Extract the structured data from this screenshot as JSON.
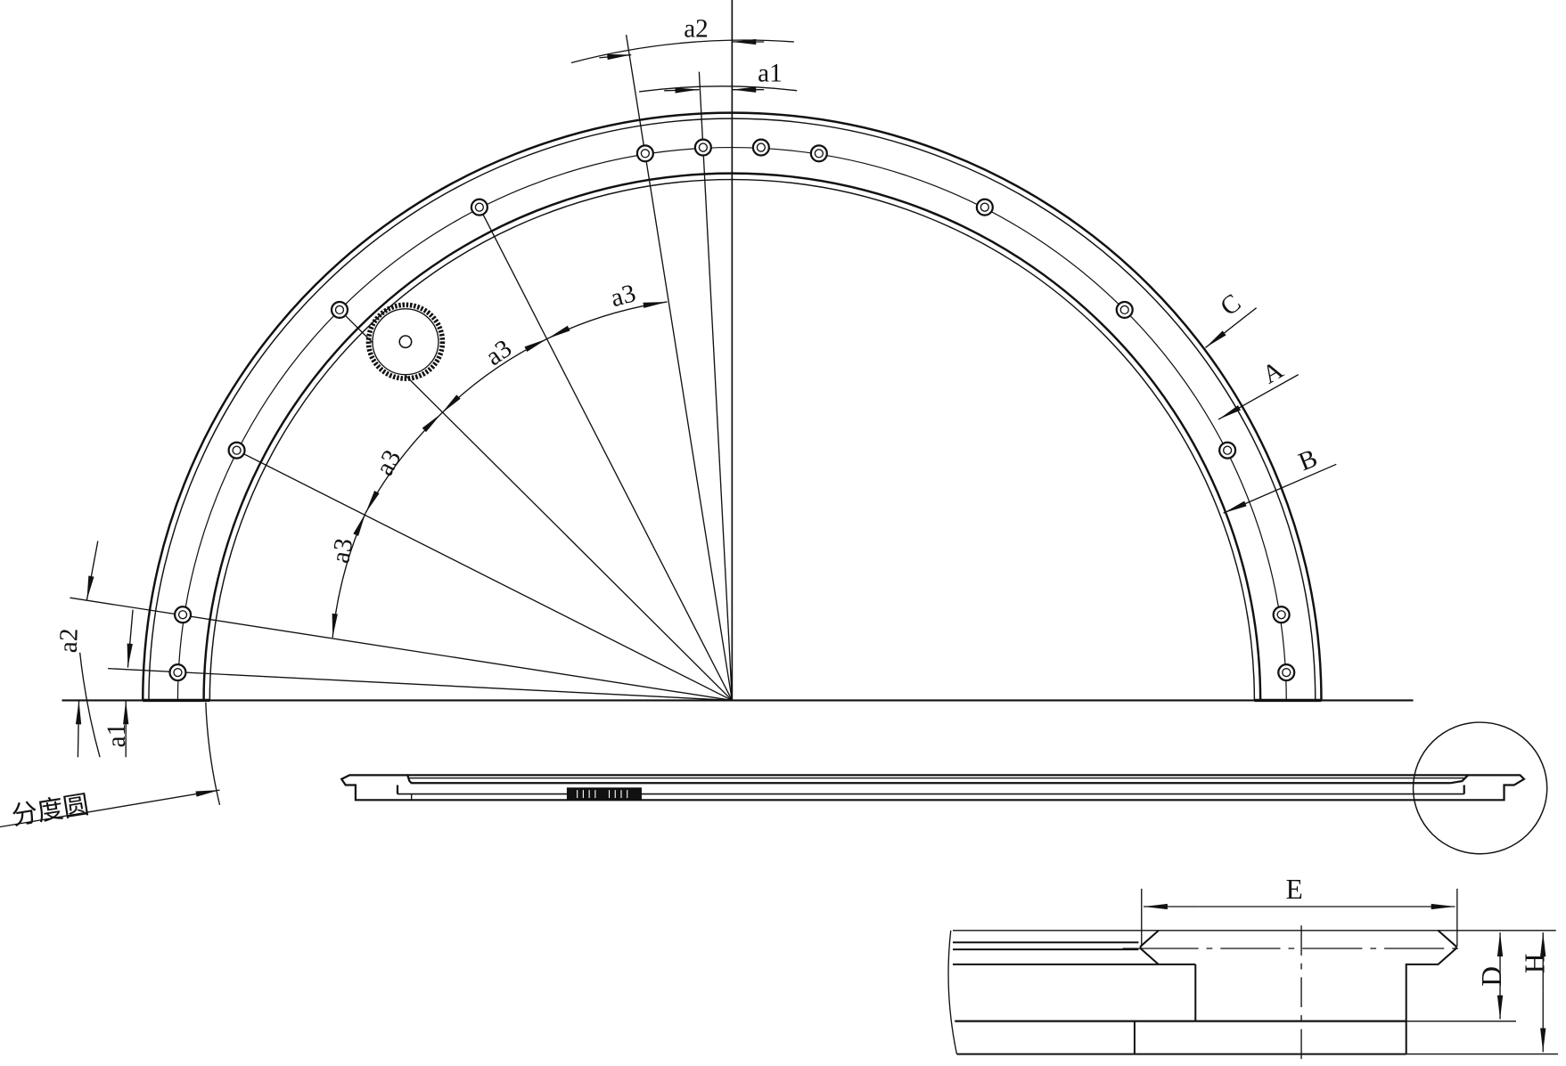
{
  "drawing": {
    "title": "Slewing ring (turntable bearing) gear layout drawing",
    "stroke_color": "#111111",
    "background": "#ffffff"
  },
  "labels": {
    "a1_top": "a1",
    "a2_top": "a2",
    "a1_left": "a1",
    "a2_left": "a2",
    "a3_1": "a3",
    "a3_2": "a3",
    "a3_3": "a3",
    "a3_4": "a3",
    "A": "A",
    "B": "B",
    "C": "C",
    "pitch_circle": "分度圆",
    "E": "E",
    "D": "D",
    "H": "H"
  },
  "views": [
    {
      "name": "plan-view",
      "description": "Half plan view of ring with bolt holes and pinion"
    },
    {
      "name": "side-view",
      "description": "Section/elevation of ring with pinion"
    },
    {
      "name": "detail-view",
      "description": "Enlarged cross-section detail with dimensions E, D, H"
    }
  ]
}
